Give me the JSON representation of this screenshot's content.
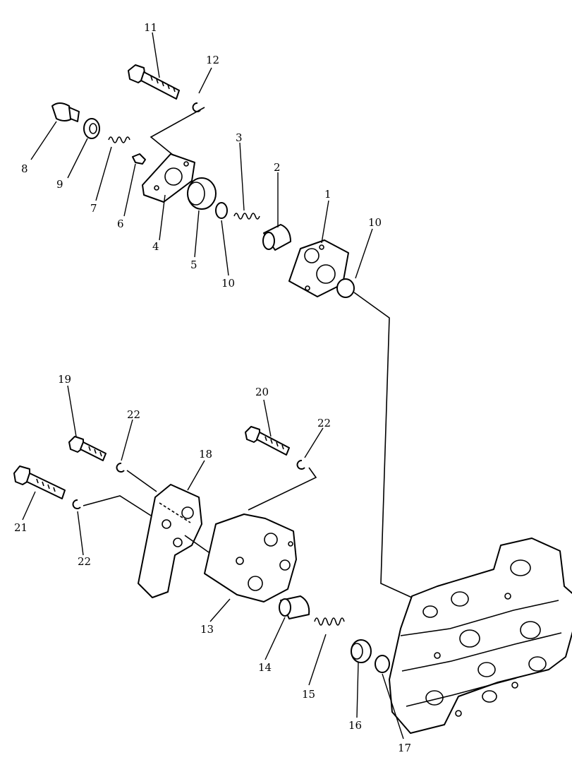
{
  "diagram": {
    "callouts": [
      {
        "id": "c1",
        "text": "1"
      },
      {
        "id": "c2",
        "text": "2"
      },
      {
        "id": "c3",
        "text": "3"
      },
      {
        "id": "c4",
        "text": "4"
      },
      {
        "id": "c5",
        "text": "5"
      },
      {
        "id": "c6",
        "text": "6"
      },
      {
        "id": "c7",
        "text": "7"
      },
      {
        "id": "c8",
        "text": "8"
      },
      {
        "id": "c9",
        "text": "9"
      },
      {
        "id": "c10a",
        "text": "10"
      },
      {
        "id": "c10b",
        "text": "10"
      },
      {
        "id": "c11",
        "text": "11"
      },
      {
        "id": "c12",
        "text": "12"
      },
      {
        "id": "c13",
        "text": "13"
      },
      {
        "id": "c14",
        "text": "14"
      },
      {
        "id": "c15",
        "text": "15"
      },
      {
        "id": "c16",
        "text": "16"
      },
      {
        "id": "c17",
        "text": "17"
      },
      {
        "id": "c18",
        "text": "18"
      },
      {
        "id": "c19",
        "text": "19"
      },
      {
        "id": "c20",
        "text": "20"
      },
      {
        "id": "c21",
        "text": "21"
      },
      {
        "id": "c22a",
        "text": "22"
      },
      {
        "id": "c22b",
        "text": "22"
      },
      {
        "id": "c22c",
        "text": "22"
      }
    ]
  }
}
